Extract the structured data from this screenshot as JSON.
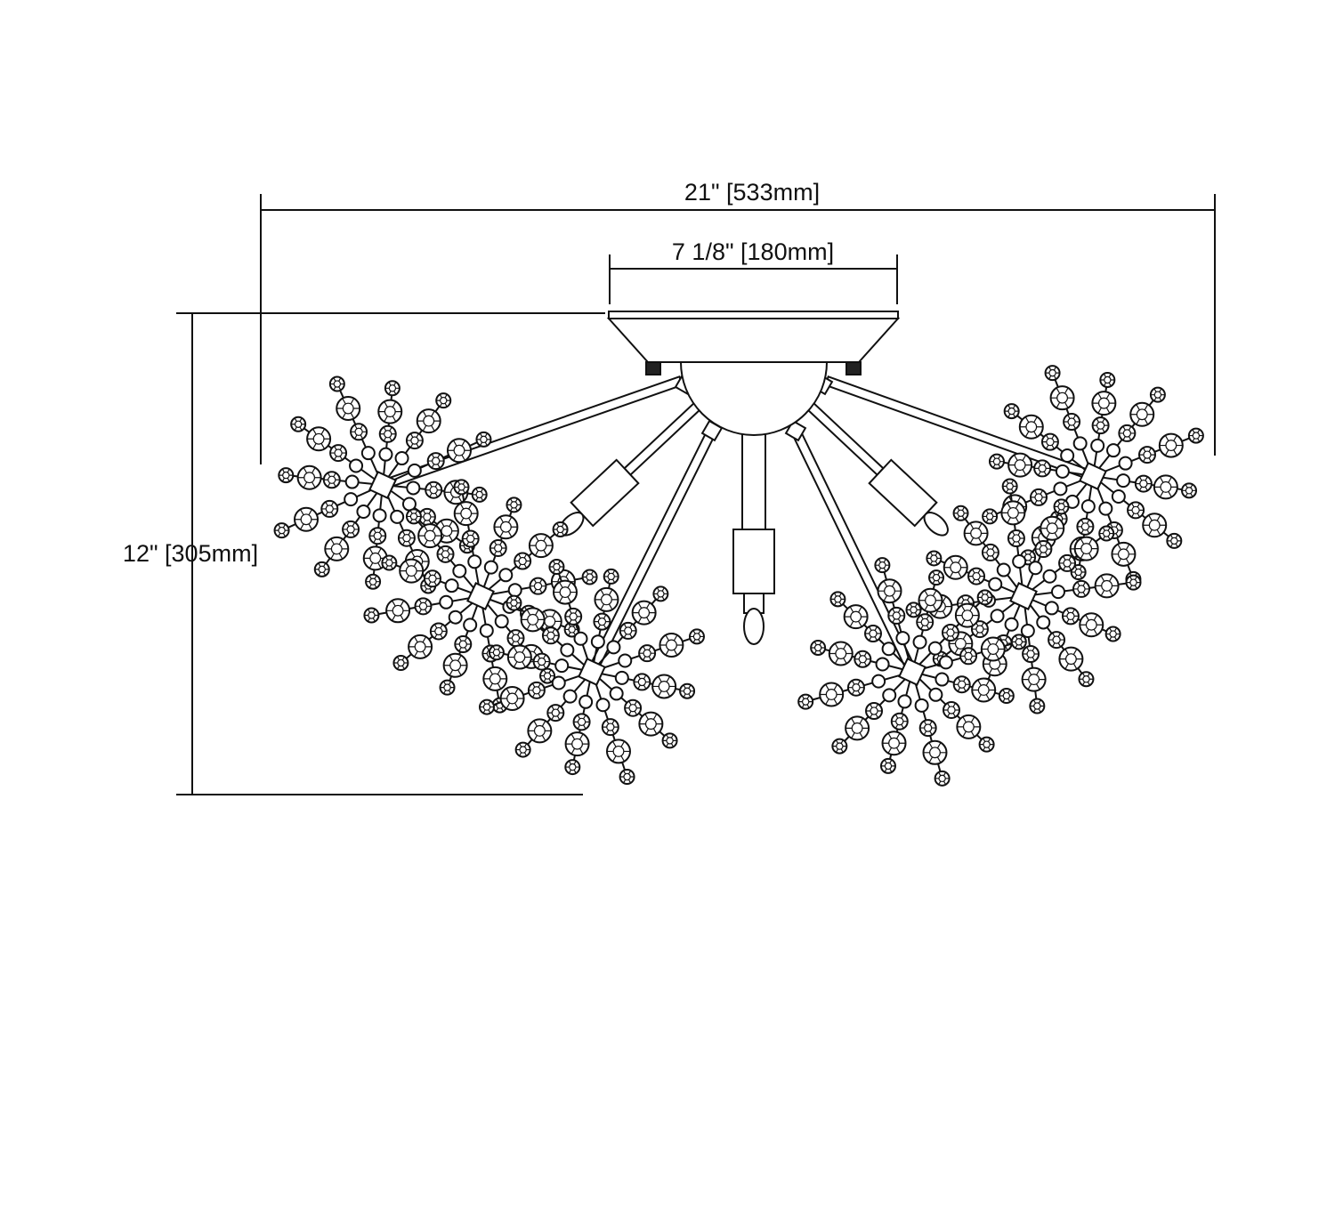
{
  "dimensions": {
    "overall_width": "21\" [533mm]",
    "canopy_width": "7 1/8\" [180mm]",
    "overall_height": "12\" [305mm]"
  },
  "colors": {
    "line": "#111111",
    "background": "#ffffff"
  }
}
